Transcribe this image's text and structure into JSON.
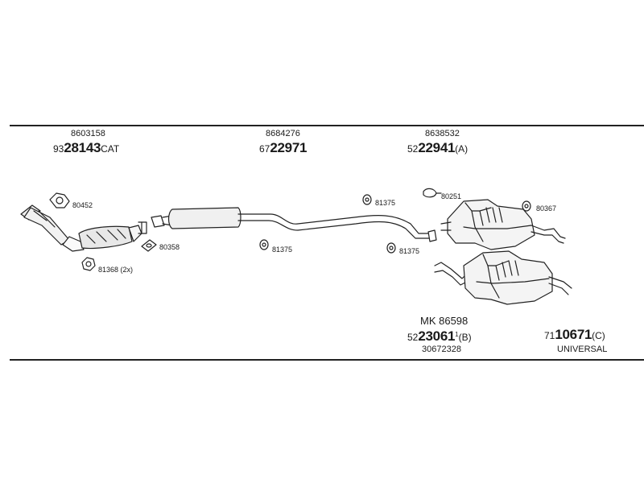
{
  "groups": [
    {
      "code": "8603158",
      "prefix": "93",
      "main": "28143",
      "suffix": "CAT"
    },
    {
      "code": "8684276",
      "prefix": "67",
      "main": "22971",
      "suffix": ""
    },
    {
      "code": "8638532",
      "prefix": "52",
      "main": "22941",
      "suffix": "(A)"
    }
  ],
  "kit": {
    "label": "MK 86598",
    "prefix": "52",
    "main": "23061",
    "superscript": "1",
    "suffix": "(B)",
    "code": "30672328"
  },
  "universal": {
    "prefix": "71",
    "main": "10671",
    "suffix": "(C)",
    "note": "UNIVERSAL"
  },
  "parts": [
    {
      "id": "80452",
      "label": "80452"
    },
    {
      "id": "80358",
      "label": "80358"
    },
    {
      "id": "81368",
      "label": "81368 (2x)"
    },
    {
      "id": "81375a",
      "label": "81375"
    },
    {
      "id": "81375b",
      "label": "81375"
    },
    {
      "id": "81375c",
      "label": "81375"
    },
    {
      "id": "80251",
      "label": "80251"
    },
    {
      "id": "80367",
      "label": "80367"
    }
  ]
}
